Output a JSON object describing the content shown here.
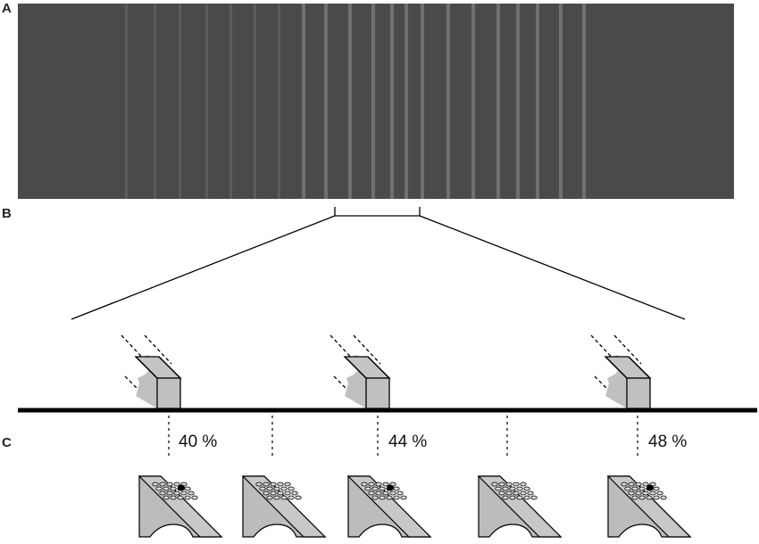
{
  "panel_labels": [
    "A",
    "B",
    "C"
  ],
  "gradient_label_values": [
    "40 %",
    "44 %",
    "48 %"
  ],
  "colors": {
    "gel_background": "#4a4a4a",
    "gel_band": "#6a6a6a",
    "line": "#000000",
    "brick_fill": "#c0c0c0",
    "slide_fill": "#bebebe"
  },
  "gel_band_count": 21,
  "brick_count": 3,
  "slide_count": 5,
  "slides_with_marked_spot": [
    1,
    3,
    5
  ]
}
